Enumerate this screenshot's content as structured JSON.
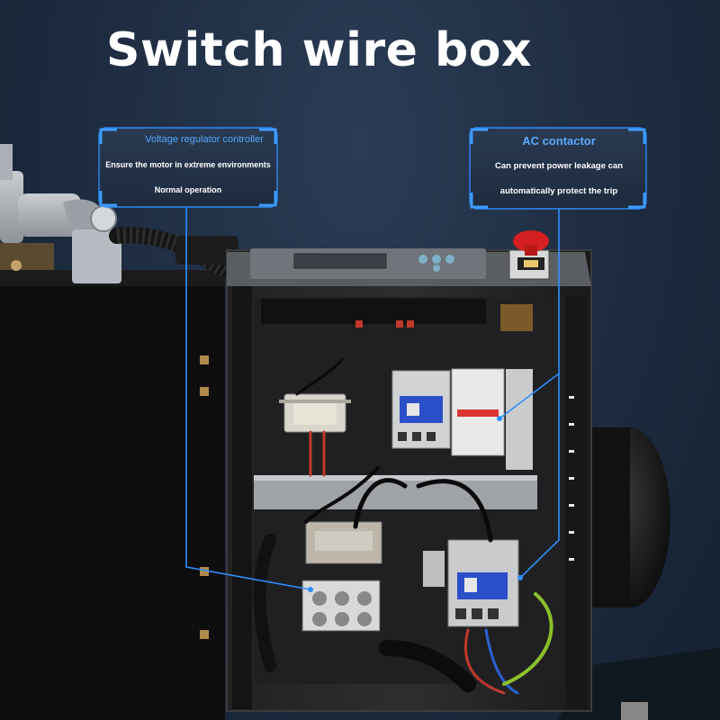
{
  "title": "Switch wire box",
  "callouts": {
    "left": {
      "heading": "Voltage regulator controller",
      "line1": "Ensure the motor in extreme environments",
      "line2": "Normal operation"
    },
    "right": {
      "heading": "AC contactor",
      "line1": "Can prevent power leakage can",
      "line2": "automatically protect the trip"
    }
  },
  "colors": {
    "background": "#1c2a3d",
    "accent_blue": "#2f8fff",
    "emergency_red": "#d42020",
    "contactor_blue": "#2b4fc8"
  }
}
